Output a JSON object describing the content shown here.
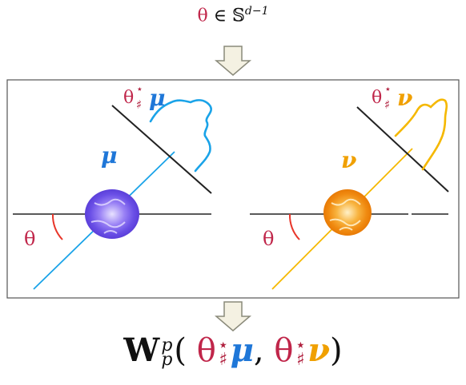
{
  "top": {
    "theta": "θ",
    "in": "∈",
    "sphere": "𝕊",
    "sphere_exp": "d−1"
  },
  "panel_left": {
    "measure": "μ",
    "pushforward_theta": "θ",
    "pushforward_star": "⋆",
    "pushforward_sharp": "♯",
    "pushforward_measure": "μ",
    "angle_label": "θ",
    "line_color": "#1aa3e8",
    "blob_color": "#7b5cf0"
  },
  "panel_right": {
    "measure": "ν",
    "pushforward_theta": "θ",
    "pushforward_star": "⋆",
    "pushforward_sharp": "♯",
    "pushforward_measure": "ν",
    "angle_label": "θ",
    "line_color": "#f5b800",
    "blob_color": "#f08c10"
  },
  "formula": {
    "W": "W",
    "sub": "p",
    "sup": "p",
    "open": "(",
    "theta1": "θ",
    "star": "⋆",
    "sharp": "♯",
    "mu": "μ",
    "comma": ",",
    "theta2": "θ",
    "nu": "ν",
    "close": ")"
  },
  "colors": {
    "theta": "#c0264a",
    "mu": "#1f77d8",
    "nu": "#f0a000",
    "arrow_fill": "#f4f1e2",
    "arrow_stroke": "#8a8a7a"
  }
}
